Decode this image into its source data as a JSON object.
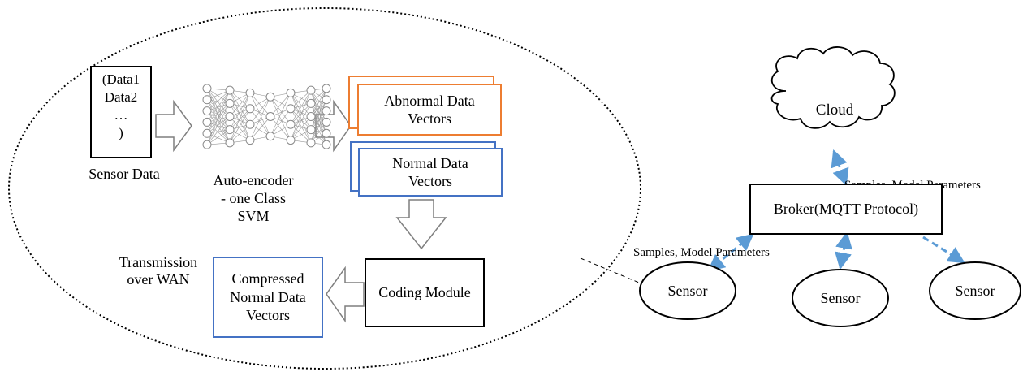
{
  "sensor_data_box": {
    "lines": [
      "(Data1",
      "Data2",
      "…",
      ")"
    ]
  },
  "sensor_data_label": "Sensor Data",
  "autoencoder_label": {
    "lines": [
      "Auto-encoder",
      "- one Class",
      "SVM"
    ]
  },
  "abnormal_box": {
    "lines": [
      "Abnormal Data",
      "Vectors"
    ]
  },
  "normal_box": {
    "lines": [
      "Normal Data",
      "Vectors"
    ]
  },
  "coding_module": "Coding Module",
  "compressed_box": {
    "lines": [
      "Compressed",
      "Normal Data",
      "Vectors"
    ]
  },
  "transmission_label": {
    "lines": [
      "Transmission",
      "over WAN"
    ]
  },
  "cloud": "Cloud",
  "broker": "Broker(MQTT Protocol)",
  "link_label_cloud": "Samples, Model Parameters",
  "link_label_sensor": "Samples, Model Parameters",
  "sensors": [
    "Sensor",
    "Sensor",
    "Sensor"
  ],
  "colors": {
    "abnormal": "#ED7D31",
    "normal": "#4472C4",
    "link": "#5B9BD5",
    "arrow_outline": "#7F7F7F"
  }
}
